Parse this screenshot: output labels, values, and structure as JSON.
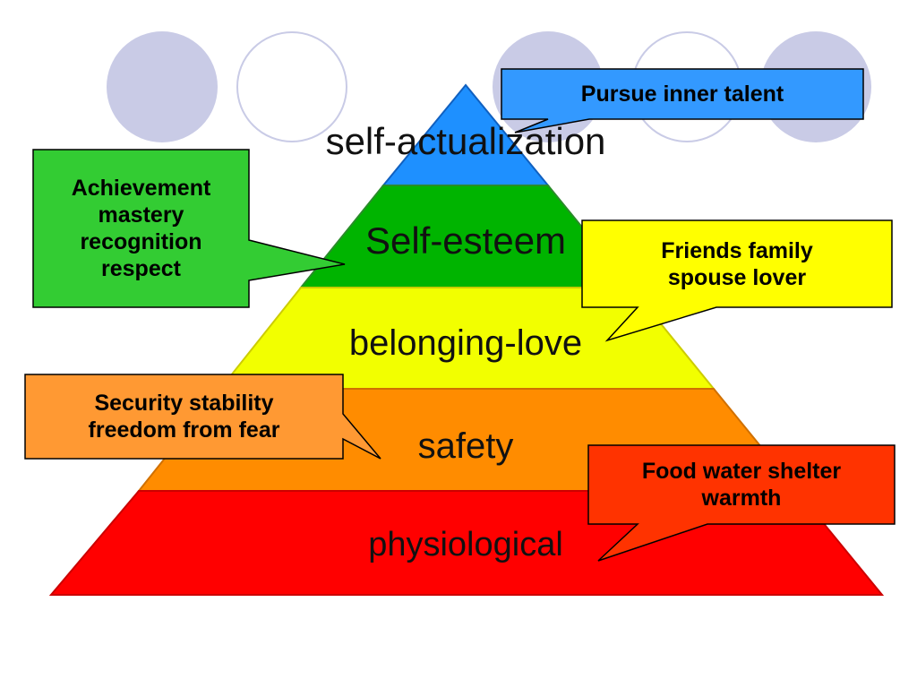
{
  "colors": {
    "circle": "#c9cbe6",
    "self_actualization": "#1e90ff",
    "self_esteem": "#00b400",
    "belonging": "#f2ff00",
    "safety": "#ff8c00",
    "physiological": "#ff0000",
    "callout_blue": "#3399ff",
    "callout_green": "#33cc33",
    "callout_yellow": "#ffff00",
    "callout_orange": "#ff9933",
    "callout_red": "#ff3300"
  },
  "levels": [
    {
      "label": "self-actualization"
    },
    {
      "label": "Self-esteem"
    },
    {
      "label": "belonging-love"
    },
    {
      "label": "safety"
    },
    {
      "label": "physiological"
    }
  ],
  "callouts": {
    "pursue": "Pursue inner talent",
    "achievement": "Achievement\nmastery\nrecognition\nrespect",
    "friends": "Friends family\nspouse lover",
    "security": "Security stability\nfreedom from fear",
    "food": "Food water shelter\nwarmth"
  }
}
